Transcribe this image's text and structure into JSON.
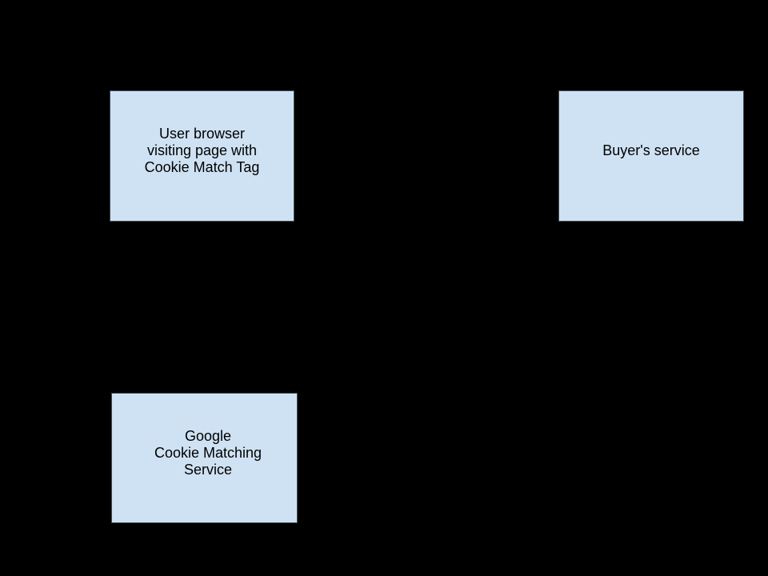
{
  "canvas": {
    "background": "#000000"
  },
  "diagram": {
    "nodes": [
      {
        "id": "user-browser",
        "label": "User browser\nvisiting page with\nCookie Match Tag",
        "fill": "#cfe2f3",
        "border": "#3e4a54",
        "text_color": "#000000"
      },
      {
        "id": "buyers-service",
        "label": "Buyer's service",
        "fill": "#cfe2f3",
        "border": "#3e4a54",
        "text_color": "#000000"
      },
      {
        "id": "google-cookie-matching-service",
        "label": "Google\nCookie Matching\nService",
        "fill": "#cfe2f3",
        "border": "#3e4a54",
        "text_color": "#000000"
      }
    ]
  }
}
